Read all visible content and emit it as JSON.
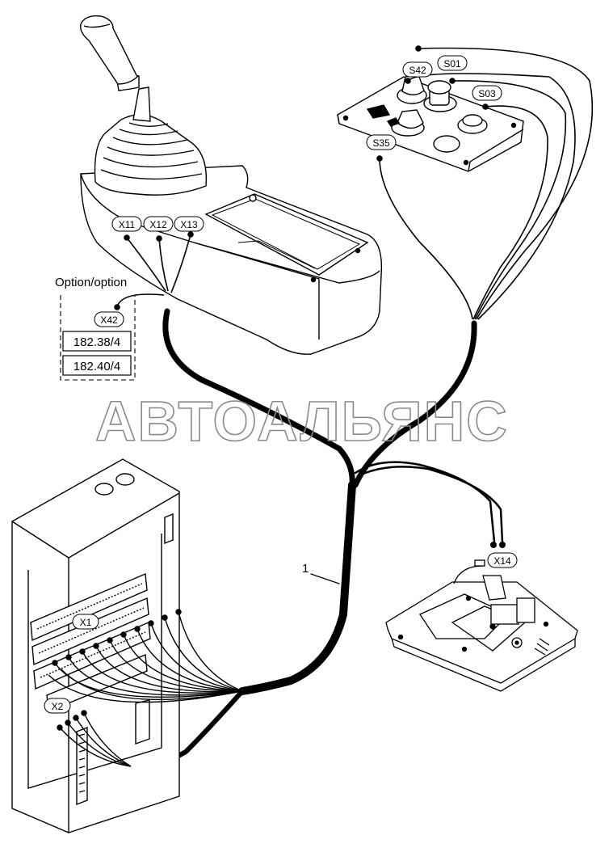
{
  "watermark": "АВТОАЛЬЯНС",
  "option_label": "Option/option",
  "part_number": "1",
  "references": [
    "182.38/4",
    "182.40/4"
  ],
  "connectors": {
    "X11": "X11",
    "X12": "X12",
    "X13": "X13",
    "X42": "X42",
    "S42": "S42",
    "S01": "S01",
    "S03": "S03",
    "S35": "S35",
    "X14": "X14",
    "X1": "X1",
    "X2": "X2"
  },
  "colors": {
    "line": "#000000",
    "watermark": "#8a8a8a",
    "background": "#ffffff"
  }
}
